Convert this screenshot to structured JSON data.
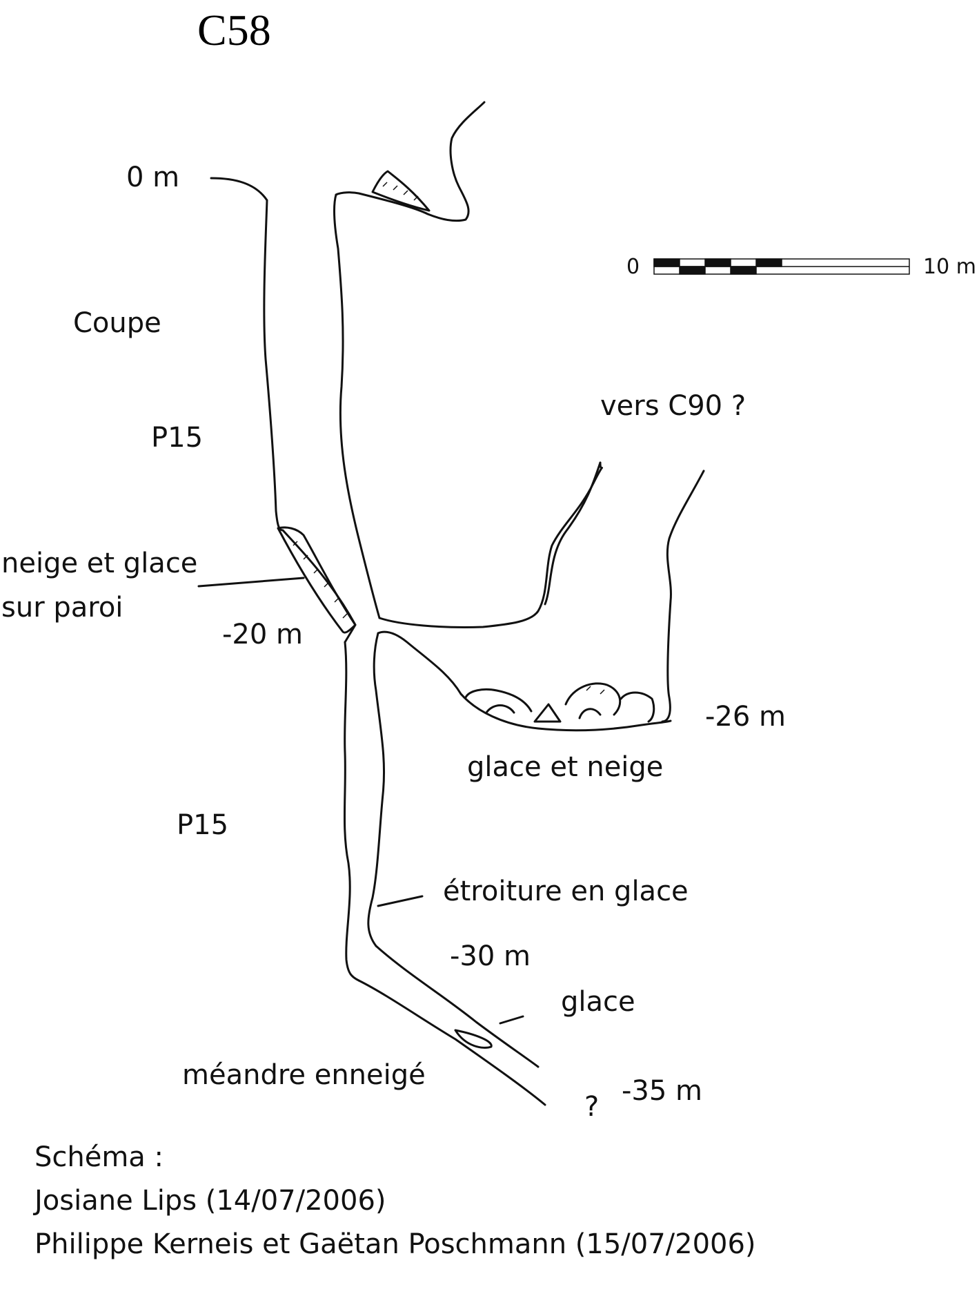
{
  "title": "C58",
  "view_label": "Coupe",
  "depths": {
    "d0": "0 m",
    "d20": "-20 m",
    "d26": "-26 m",
    "d30": "-30 m",
    "d35": "-35 m"
  },
  "pitches": {
    "upper": "P15",
    "lower": "P15"
  },
  "annotations": {
    "towards": "vers C90 ?",
    "wall_ice_line1": "neige et glace",
    "wall_ice_line2": "sur paroi",
    "ice_and_snow": "glace et neige",
    "squeeze": "étroiture en glace",
    "ice": "glace",
    "meander": "méandre enneigé",
    "unknown": "?"
  },
  "scale": {
    "min_label": "0",
    "max_label": "10 m"
  },
  "credits": {
    "heading": "Schéma :",
    "line1": "Josiane Lips (14/07/2006)",
    "line2": "Philippe Kerneis et Gaëtan Poschmann (15/07/2006)"
  },
  "colors": {
    "ink": "#111111",
    "background": "#ffffff"
  }
}
